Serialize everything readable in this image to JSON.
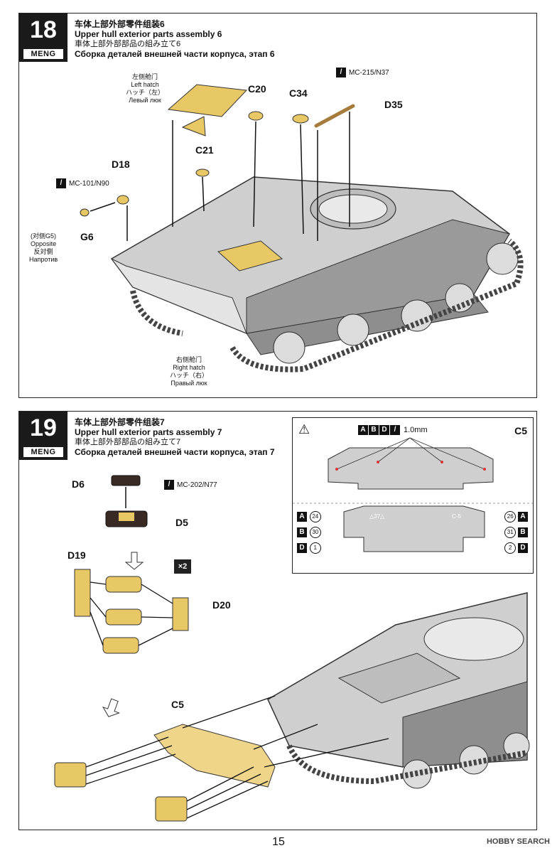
{
  "step18": {
    "number": "18",
    "brand": "MENG",
    "title_cn": "车体上部外部零件组装6",
    "title_en": "Upper hull exterior parts assembly 6",
    "title_jp": "車体上部外部部品の組み立て6",
    "title_ru": "Сборка деталей внешней части корпуса, этап 6",
    "left_hatch": [
      "左侧舱门",
      "Left hatch",
      "ハッチ（左）",
      "Левый люк"
    ],
    "right_hatch": [
      "右侧舱门",
      "Right hatch",
      "ハッチ（右）",
      "Правый люк"
    ],
    "opposite": [
      "(对侧G5)",
      "Opposite",
      "反対側",
      "Напротив"
    ],
    "parts": {
      "c20": "C20",
      "c34": "C34",
      "c21": "C21",
      "d35": "D35",
      "d18": "D18",
      "g6": "G6"
    },
    "tool_1": "MC-215/N37",
    "tool_2": "MC-101/N90"
  },
  "step19": {
    "number": "19",
    "brand": "MENG",
    "title_cn": "车体上部外部零件组装7",
    "title_en": "Upper hull exterior parts assembly 7",
    "title_jp": "車体上部外部部品の組み立て7",
    "title_ru": "Сборка деталей внешней части корпуса, этап 7",
    "parts": {
      "d6": "D6",
      "d5": "D5",
      "d19": "D19",
      "d20": "D20",
      "c5": "C5"
    },
    "tool": "MC-202/N77",
    "multiplier": "×2",
    "callout": {
      "part": "C5",
      "drill_letters": [
        "A",
        "B",
        "D"
      ],
      "drill_size": "1.0mm",
      "left_rows": [
        {
          "letter": "A",
          "num": "24"
        },
        {
          "letter": "B",
          "num": "30"
        },
        {
          "letter": "D",
          "num": "1"
        }
      ],
      "right_rows": [
        {
          "letter": "A",
          "num": "26"
        },
        {
          "letter": "B",
          "num": "31"
        },
        {
          "letter": "D",
          "num": "2"
        }
      ],
      "mark_1": "△37△",
      "mark_2": "C-5"
    }
  },
  "page_number": "15",
  "watermark": "HOBBY SEARCH"
}
